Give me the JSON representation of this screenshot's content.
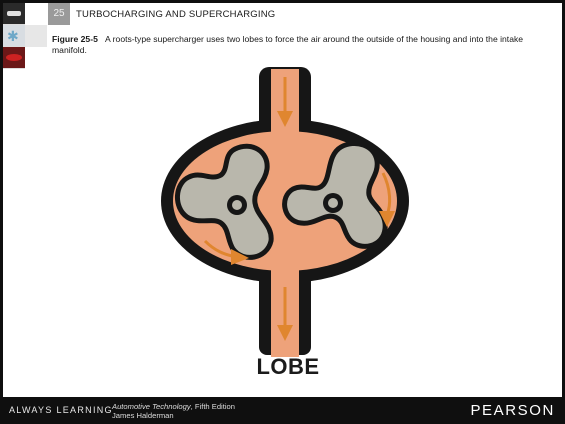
{
  "header": {
    "chapter_number": "25",
    "chapter_title": "TURBOCHARGING AND SUPERCHARGING"
  },
  "caption": {
    "figure_label": "Figure 25-5",
    "text": "A roots-type supercharger uses two lobes to force the air around the outside of the housing and into the intake manifold."
  },
  "diagram": {
    "label": "LOBE",
    "colors": {
      "housing": "#161616",
      "air": "#eea27a",
      "lobe": "#b9b7ac",
      "arrow": "#e0862f"
    }
  },
  "footer": {
    "always_learning": "ALWAYS LEARNING",
    "book_title": "Automotive Technology",
    "book_edition": ", Fifth Edition",
    "author": "James Halderman",
    "brand": "PEARSON"
  }
}
